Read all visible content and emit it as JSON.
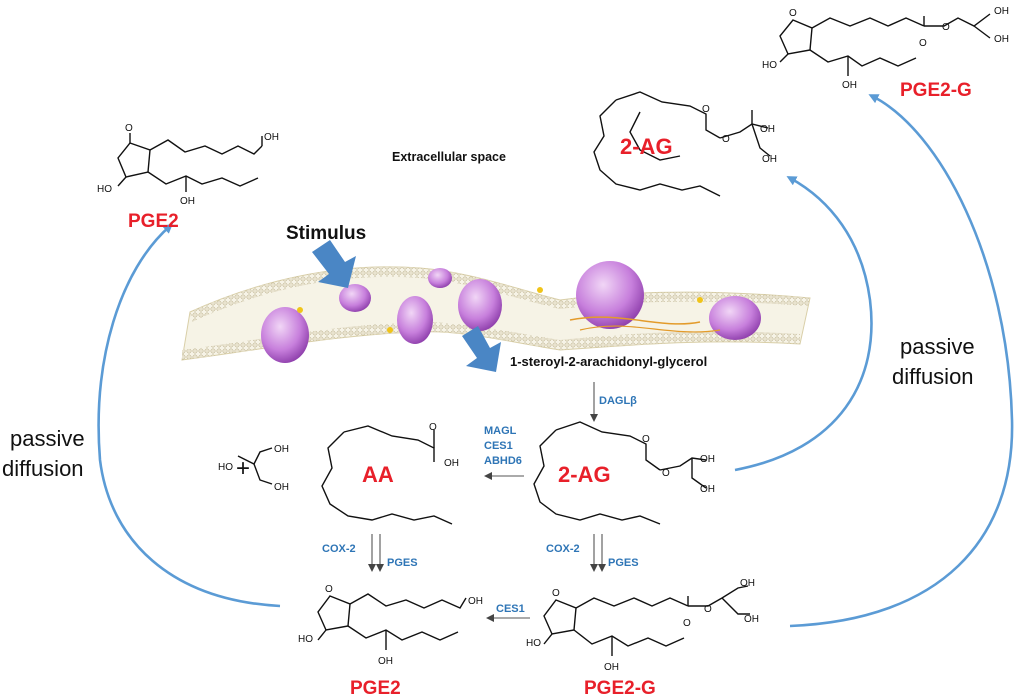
{
  "labels": {
    "extracellular": "Extracellular space",
    "stimulus": "Stimulus",
    "precursor": "1-steroyl-2-arachidonyl-glycerol",
    "passive_left_1": "passive",
    "passive_left_2": "diffusion",
    "passive_right_1": "passive",
    "passive_right_2": "diffusion",
    "plus": "+"
  },
  "molecules": {
    "pge2_top": "PGE2",
    "pge2g_top": "PGE2-G",
    "twoag_top": "2-AG",
    "twoag_mid": "2-AG",
    "aa": "AA",
    "pge2_bottom": "PGE2",
    "pge2g_bottom": "PGE2-G"
  },
  "enzymes": {
    "dagl": "DAGLβ",
    "magl": "MAGL",
    "ces1_a": "CES1",
    "abhd6": "ABHD6",
    "cox2_left": "COX-2",
    "pges_left": "PGES",
    "cox2_right": "COX-2",
    "pges_right": "PGES",
    "ces1_b": "CES1"
  },
  "atoms": {
    "o": "O",
    "oh": "OH",
    "ho": "HO"
  },
  "colors": {
    "red": "#e8202a",
    "blue": "#2e75b6",
    "curve": "#5b9bd5",
    "membrane_purple": "#a64fc9"
  }
}
